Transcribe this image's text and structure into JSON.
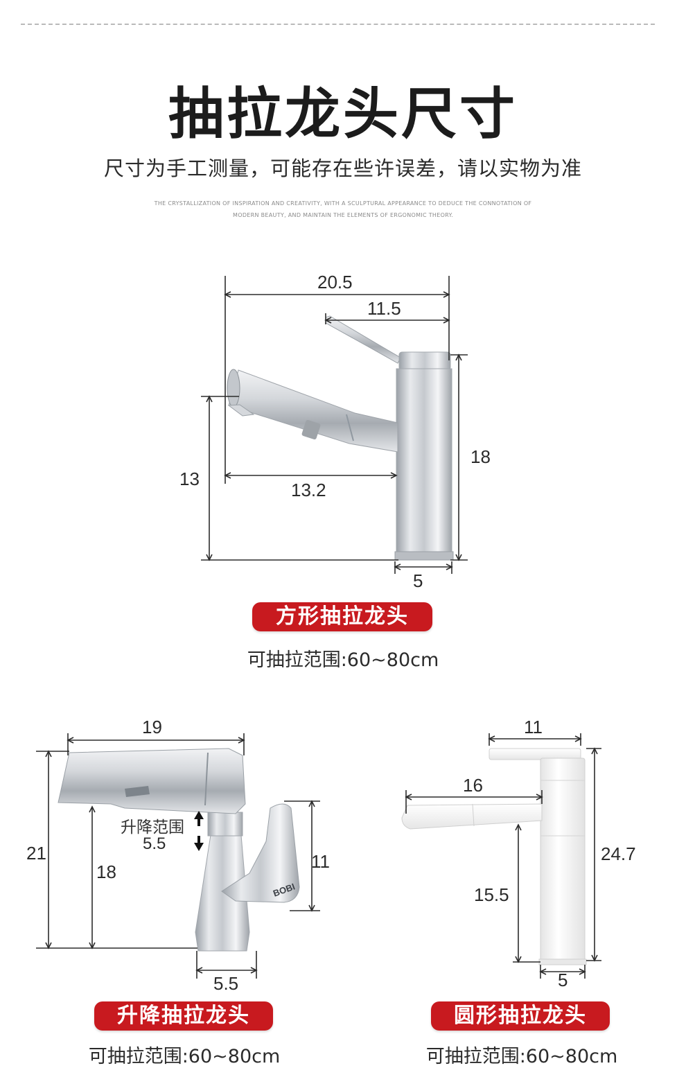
{
  "header": {
    "title": "抽拉龙头尺寸",
    "subtitle": "尺寸为手工测量，可能存在些许误差，请以实物为准",
    "english_line1": "THE CRYSTALLIZATION OF INSPIRATION AND CREATIVITY, WITH A SCULPTURAL APPEARANCE TO DEDUCE THE CONNOTATION OF",
    "english_line2": "MODERN BEAUTY, AND MAINTAIN THE ELEMENTS OF ERGONOMIC THEORY."
  },
  "square_faucet": {
    "name": "方形抽拉龙头",
    "pull_range": "可抽拉范围:60~80cm",
    "dims": {
      "total_width": "20.5",
      "handle_width": "11.5",
      "spout_height": "13",
      "spout_reach": "13.2",
      "total_height": "18",
      "base_width": "5"
    }
  },
  "lift_faucet": {
    "name": "升降抽拉龙头",
    "pull_range": "可抽拉范围:60~80cm",
    "lift_label": "升降范围",
    "dims": {
      "top_width": "19",
      "total_height": "21",
      "spout_height": "18",
      "lift_range": "5.5",
      "handle_height": "11",
      "base_width": "5.5"
    },
    "brand": "BOBI"
  },
  "round_faucet": {
    "name": "圆形抽拉龙头",
    "pull_range": "可抽拉范围:60~80cm",
    "dims": {
      "handle_width": "11",
      "spout_length": "16",
      "total_height": "24.7",
      "spout_height": "15.5",
      "base_width": "5"
    }
  },
  "colors": {
    "badge": "#c81a1f",
    "chrome_dark": "#8e9299",
    "chrome_light": "#eef0f2",
    "white_body": "#fafafa"
  }
}
